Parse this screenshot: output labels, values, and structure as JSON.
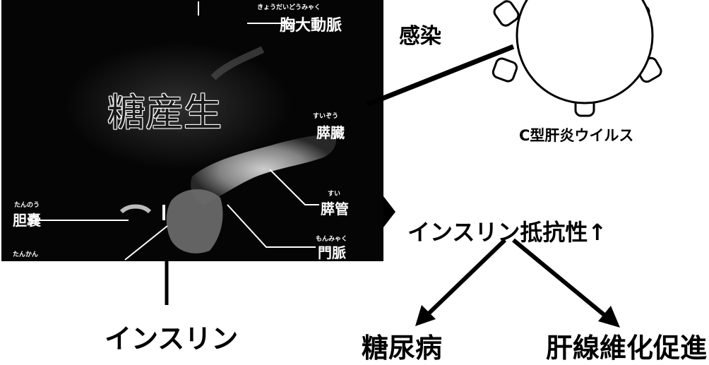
{
  "illustration": {
    "main_label": "糖産生",
    "organs": {
      "aorta": {
        "label": "胸大動脈",
        "reading": "きょうだいどうみゃく"
      },
      "pancreas": {
        "label": "膵臓",
        "reading": "すいぞう"
      },
      "pancreatic_duct": {
        "label": "膵管",
        "reading": "すい"
      },
      "gallbladder": {
        "label": "胆嚢",
        "reading": "たんのう"
      },
      "portal_vein": {
        "label": "門脈",
        "reading": "もんみゃく"
      },
      "bile_duct": {
        "reading": "たんかん"
      }
    }
  },
  "diagram": {
    "infection_label": "感染",
    "virus_label": "C型肝炎ウイルス",
    "insulin_label": "インスリン",
    "resistance_label": "インスリン抵抗性↑",
    "outcome_left": "糖尿病",
    "outcome_right": "肝線維化促進",
    "line_color": "#000000",
    "panel_color": "#050505"
  }
}
